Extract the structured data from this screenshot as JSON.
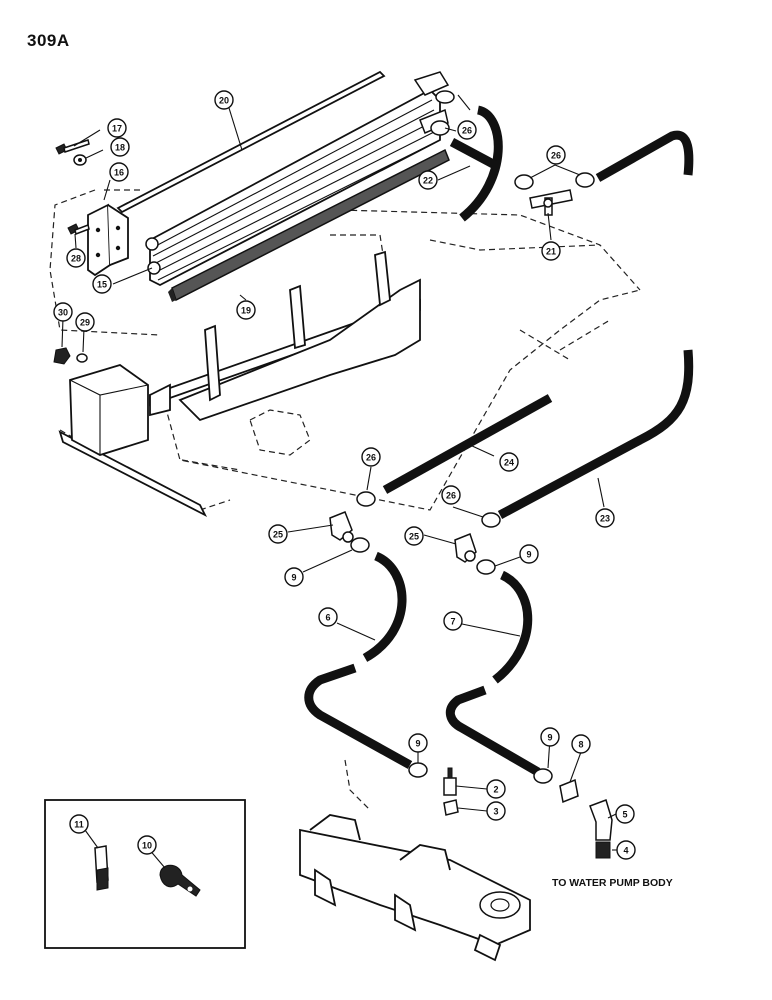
{
  "page_number": "309A",
  "note": "TO WATER PUMP BODY",
  "callouts": [
    {
      "id": "c20",
      "label": "20"
    },
    {
      "id": "c26a",
      "label": "26"
    },
    {
      "id": "c17",
      "label": "17"
    },
    {
      "id": "c18",
      "label": "18"
    },
    {
      "id": "c16",
      "label": "16"
    },
    {
      "id": "c22",
      "label": "22"
    },
    {
      "id": "c26b",
      "label": "26"
    },
    {
      "id": "c21",
      "label": "21"
    },
    {
      "id": "c28",
      "label": "28"
    },
    {
      "id": "c15",
      "label": "15"
    },
    {
      "id": "c19",
      "label": "19"
    },
    {
      "id": "c30",
      "label": "30"
    },
    {
      "id": "c29",
      "label": "29"
    },
    {
      "id": "c26c",
      "label": "26"
    },
    {
      "id": "c24",
      "label": "24"
    },
    {
      "id": "c26d",
      "label": "26"
    },
    {
      "id": "c23",
      "label": "23"
    },
    {
      "id": "c25a",
      "label": "25"
    },
    {
      "id": "c25b",
      "label": "25"
    },
    {
      "id": "c9a",
      "label": "9"
    },
    {
      "id": "c9b",
      "label": "9"
    },
    {
      "id": "c6",
      "label": "6"
    },
    {
      "id": "c7",
      "label": "7"
    },
    {
      "id": "c9c",
      "label": "9"
    },
    {
      "id": "c9d",
      "label": "9"
    },
    {
      "id": "c8",
      "label": "8"
    },
    {
      "id": "c2",
      "label": "2"
    },
    {
      "id": "c3",
      "label": "3"
    },
    {
      "id": "c5",
      "label": "5"
    },
    {
      "id": "c4",
      "label": "4"
    },
    {
      "id": "c11",
      "label": "11"
    },
    {
      "id": "c10",
      "label": "10"
    }
  ]
}
